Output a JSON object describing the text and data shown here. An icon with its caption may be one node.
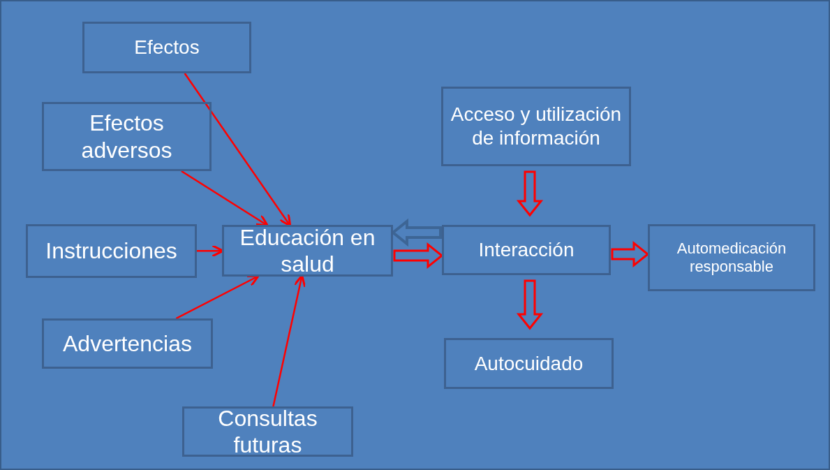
{
  "diagram": {
    "nodes": [
      {
        "text": [
          "Efectos"
        ]
      },
      {
        "text": [
          "Efectos adversos"
        ]
      },
      {
        "text": [
          "Instrucciones"
        ]
      },
      {
        "text": [
          "Advertencias"
        ]
      },
      {
        "text": [
          "Consultas futuras"
        ]
      },
      {
        "text": [
          "Educación en salud"
        ]
      },
      {
        "text": [
          "Acceso y utilización de información"
        ]
      },
      {
        "text": [
          "Interacción"
        ]
      },
      {
        "text": [
          "Autocuidado"
        ]
      },
      {
        "text": [
          "Automedicación responsable"
        ]
      }
    ],
    "edges": [
      {
        "from": 0,
        "to": 5,
        "arrow": "to"
      },
      {
        "from": 1,
        "to": 5,
        "arrow": "to"
      },
      {
        "from": 2,
        "to": 5,
        "arrow": "to"
      },
      {
        "from": 3,
        "to": 5,
        "arrow": "to"
      },
      {
        "from": 4,
        "to": 5,
        "arrow": "to"
      },
      {
        "from": 5,
        "to": 7,
        "arrow": "to",
        "style": "thick"
      },
      {
        "from": 7,
        "to": 5,
        "arrow": "to",
        "style": "thick",
        "color": "#3d6595"
      },
      {
        "from": 6,
        "to": 7,
        "arrow": "to",
        "style": "thick"
      },
      {
        "from": 7,
        "to": 8,
        "arrow": "to",
        "style": "thick"
      },
      {
        "from": 7,
        "to": 9,
        "arrow": "to",
        "style": "thick"
      }
    ]
  }
}
